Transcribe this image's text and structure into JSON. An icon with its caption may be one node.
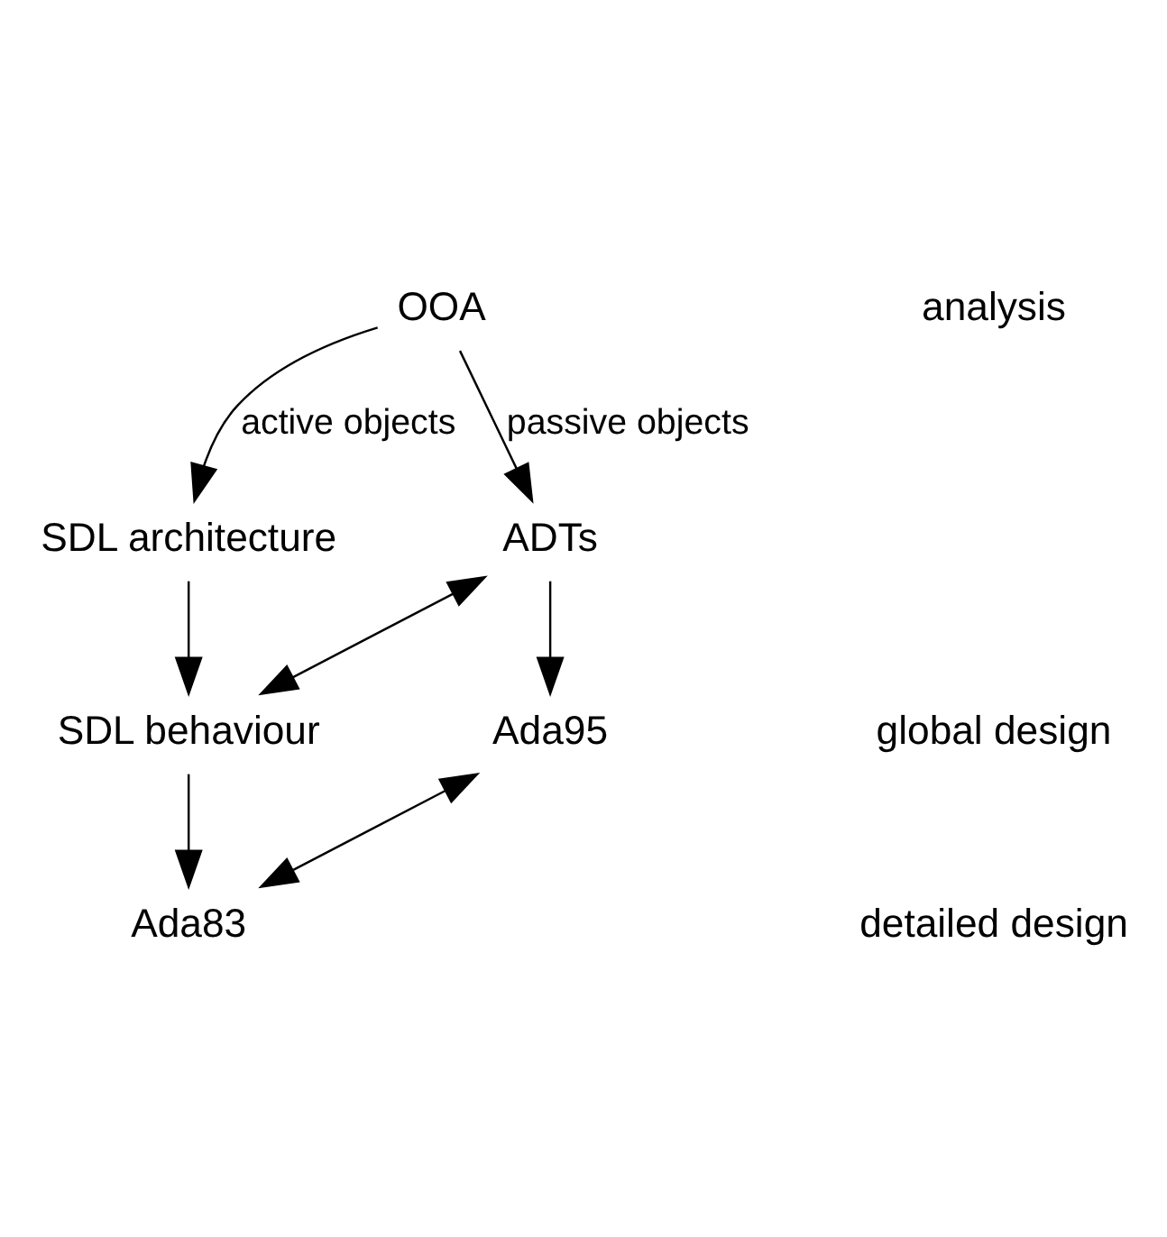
{
  "diagram": {
    "nodes": [
      {
        "text": [
          "OOA"
        ]
      },
      {
        "text": [
          "SDL architecture"
        ]
      },
      {
        "text": [
          "SDL behaviour"
        ]
      },
      {
        "text": [
          "ADTs"
        ]
      },
      {
        "text": [
          "Ada83"
        ]
      },
      {
        "text": [
          "Ada95"
        ]
      }
    ],
    "edges": [
      {
        "from": 0,
        "to": 1,
        "arrow": "to",
        "label": "active objects"
      },
      {
        "from": 0,
        "to": 3,
        "arrow": "to",
        "label": "passive objects"
      },
      {
        "from": 1,
        "to": 2,
        "arrow": "to"
      },
      {
        "from": 2,
        "to": 3,
        "arrow": "both"
      },
      {
        "from": 2,
        "to": 4,
        "arrow": "to"
      },
      {
        "from": 3,
        "to": 5,
        "arrow": "to"
      },
      {
        "from": 4,
        "to": 5,
        "arrow": "both"
      }
    ],
    "labels": [
      "analysis",
      "global design",
      "detailed design"
    ]
  }
}
